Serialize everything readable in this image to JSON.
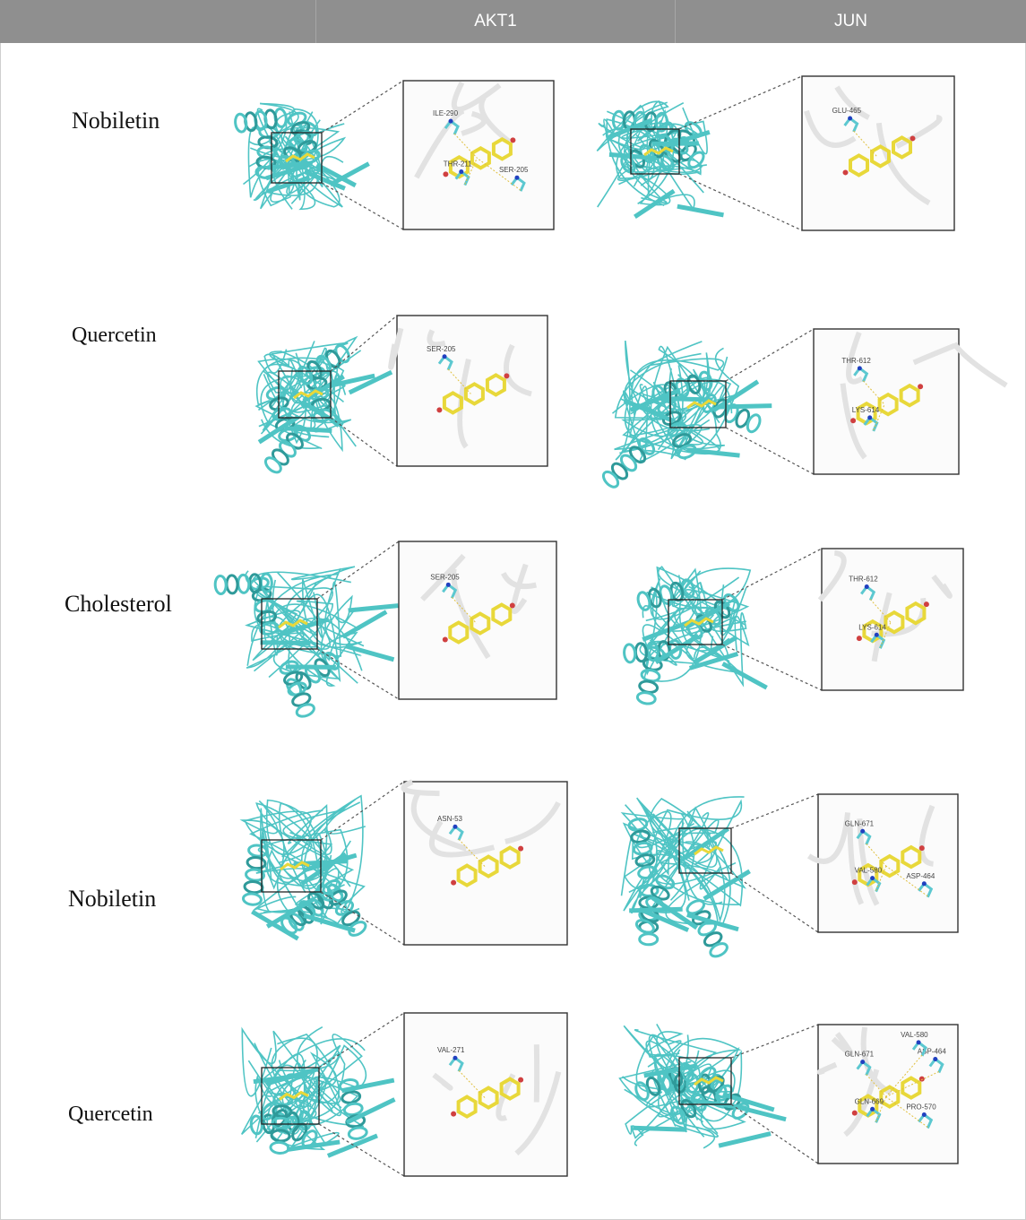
{
  "header": {
    "columns": [
      "",
      "AKT1",
      "JUN"
    ]
  },
  "rows": [
    {
      "compound": "Nobiletin",
      "akt1": {
        "residues": [
          "ILE-290",
          "THR-211",
          "SER-205"
        ]
      },
      "jun": {
        "residues": [
          "GLU-465"
        ]
      }
    },
    {
      "compound": "Quercetin",
      "akt1": {
        "residues": [
          "SER-205"
        ]
      },
      "jun": {
        "residues": [
          "THR-612",
          "LYS-614"
        ]
      }
    },
    {
      "compound": "Cholesterol",
      "akt1": {
        "residues": [
          "SER-205"
        ]
      },
      "jun": {
        "residues": [
          "THR-612",
          "LYS-614"
        ]
      }
    },
    {
      "compound": "Nobiletin",
      "akt1": {
        "residues": [
          "ASN-53"
        ]
      },
      "jun": {
        "residues": [
          "GLN-671",
          "VAL-580",
          "ASP-464"
        ]
      }
    },
    {
      "compound": "Quercetin",
      "akt1": {
        "residues": [
          "VAL-271"
        ]
      },
      "jun": {
        "residues": [
          "GLN-671",
          "GLN-669",
          "PRO-570",
          "ASP-464",
          "VAL-580"
        ]
      }
    }
  ],
  "colors": {
    "header_bg": "#8f8f8f",
    "protein": "#4fc4c4",
    "protein_dark": "#2f9a9a",
    "ligand": "#e8d83a",
    "oxygen": "#d04040",
    "nitrogen": "#2040c0",
    "residue": "#5cc8d0",
    "dashes": "#555555"
  },
  "icons": [
    "protein-ribbon-icon",
    "ligand-molecule-icon"
  ]
}
